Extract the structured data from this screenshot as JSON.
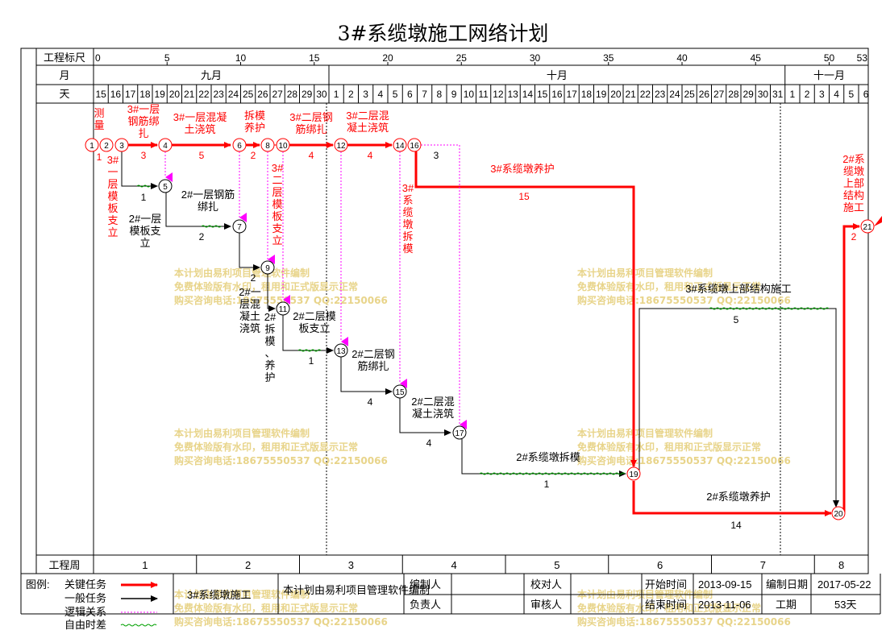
{
  "title": "3#系缆墩施工网络计划",
  "header": {
    "ruler_label": "工程标尺",
    "ruler_ticks": [
      "0",
      "5",
      "10",
      "15",
      "20",
      "25",
      "30",
      "35",
      "40",
      "45",
      "50",
      "53"
    ],
    "month_label": "月",
    "months": [
      "九月",
      "十月",
      "十一月"
    ],
    "day_label": "天",
    "days": [
      "15",
      "16",
      "17",
      "18",
      "19",
      "20",
      "21",
      "22",
      "23",
      "24",
      "25",
      "26",
      "27",
      "28",
      "29",
      "30",
      "1",
      "2",
      "3",
      "4",
      "5",
      "6",
      "7",
      "8",
      "9",
      "10",
      "11",
      "12",
      "13",
      "14",
      "15",
      "16",
      "17",
      "18",
      "19",
      "20",
      "21",
      "22",
      "23",
      "24",
      "25",
      "26",
      "27",
      "28",
      "29",
      "30",
      "31",
      "1",
      "2",
      "3",
      "4",
      "5",
      "6"
    ]
  },
  "footer": {
    "week_label": "工程周",
    "weeks": [
      "1",
      "2",
      "3",
      "4",
      "5",
      "6",
      "7",
      "8"
    ]
  },
  "nodes": [
    "1",
    "2",
    "3",
    "4",
    "5",
    "7",
    "6",
    "8",
    "9",
    "10",
    "11",
    "12",
    "13",
    "14",
    "15",
    "16",
    "17",
    "19",
    "20",
    "21"
  ],
  "tasks": [
    {
      "name": "测量",
      "duration": "1"
    },
    {
      "name": "3#一层钢筋绑扎",
      "duration": "3"
    },
    {
      "name": "3#一层混凝土浇筑",
      "duration": "5"
    },
    {
      "name": "拆模养护",
      "duration": "2"
    },
    {
      "name": "3#二层钢筋绑扎",
      "duration": "4"
    },
    {
      "name": "3#二层混凝土浇筑",
      "duration": "4"
    },
    {
      "name": "3",
      "duration": ""
    },
    {
      "name": "3#系缆墩养护",
      "duration": "15"
    },
    {
      "name": "2#系缆墩上部结构施工",
      "duration": "2"
    },
    {
      "name": "3#一层模板支立",
      "duration": ""
    },
    {
      "name": "2#一层模板支立",
      "duration": "1"
    },
    {
      "name": "2#一层钢筋绑扎",
      "duration": "2"
    },
    {
      "name": "2#一层混凝土浇筑",
      "duration": "2"
    },
    {
      "name": "3#二层模板支立",
      "duration": ""
    },
    {
      "name": "2#拆模、养护",
      "duration": ""
    },
    {
      "name": "2#二层模板支立",
      "duration": "1"
    },
    {
      "name": "2#二层钢筋绑扎",
      "duration": "4"
    },
    {
      "name": "2#二层混凝土浇筑",
      "duration": "4"
    },
    {
      "name": "3#系缆墩拆模",
      "duration": ""
    },
    {
      "name": "2#系缆墩拆模",
      "duration": "1"
    },
    {
      "name": "3#系缆墩上部结构施工",
      "duration": "5"
    },
    {
      "name": "2#系缆墩养护",
      "duration": "14"
    }
  ],
  "watermark": {
    "line1": "本计划由易利项目管理软件编制",
    "line2": "免费体验版有水印，租用和正式版显示正常",
    "line3": "购买咨询电话:18675550537 QQ:22150066"
  },
  "legend": {
    "label": "图例:",
    "critical": "关键任务",
    "normal": "一般任务",
    "logic": "逻辑关系",
    "float": "自由时差",
    "project_name": "3#系缆墩施工",
    "software": "本计划由易利项目管理软件编制",
    "preparer_label": "编制人",
    "responsible_label": "负责人",
    "checker_label": "校对人",
    "reviewer_label": "审核人",
    "start_label": "开始时间",
    "start_value": "2013-09-15",
    "end_label": "结束时间",
    "end_value": "2013-11-06",
    "compile_label": "编制日期",
    "compile_value": "2017-05-22",
    "period_label": "工期",
    "period_value": "53天"
  },
  "colors": {
    "critical": "#ff0000",
    "normal": "#000000",
    "logic": "#ff00ff",
    "float": "#00a000",
    "watermark": "#e8d48a",
    "grid": "#000000"
  }
}
